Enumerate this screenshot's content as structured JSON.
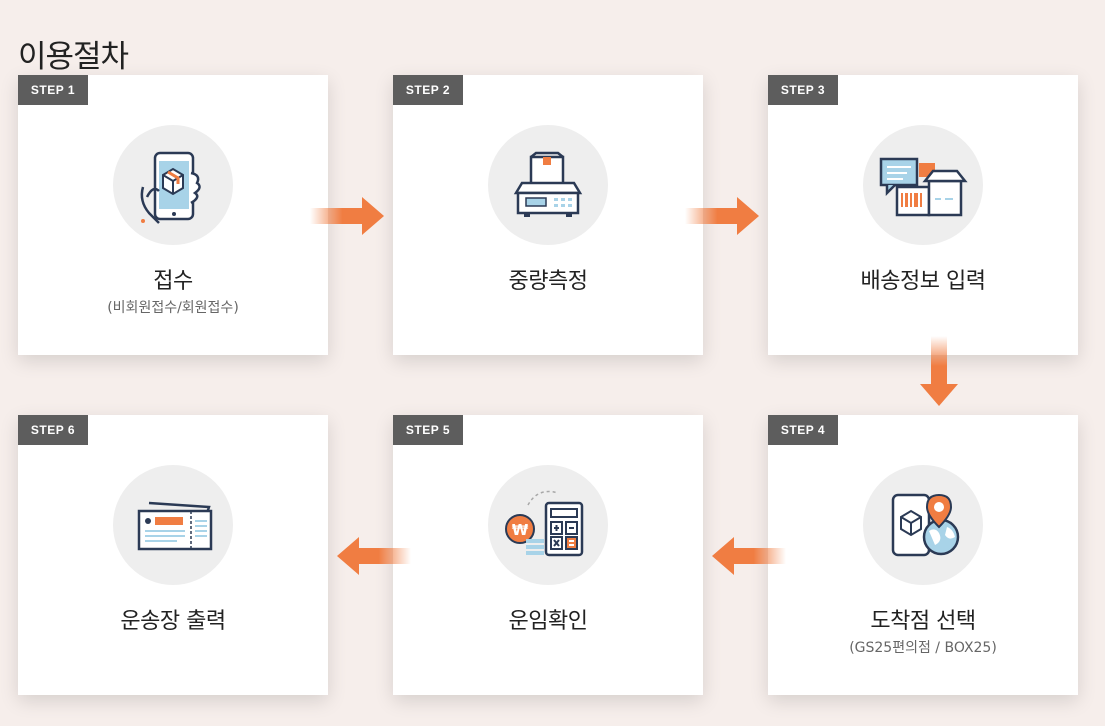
{
  "page": {
    "title": "이용절차"
  },
  "steps": [
    {
      "badge": "STEP 1",
      "title": "접수",
      "subtitle": "(비회원접수/회원접수)",
      "icon": "mobile-box-icon"
    },
    {
      "badge": "STEP 2",
      "title": "중량측정",
      "subtitle": "",
      "icon": "scale-icon"
    },
    {
      "badge": "STEP 3",
      "title": "배송정보 입력",
      "subtitle": "",
      "icon": "shipping-info-icon"
    },
    {
      "badge": "STEP 4",
      "title": "도착점 선택",
      "subtitle": "(GS25편의점 / BOX25)",
      "icon": "location-pin-icon"
    },
    {
      "badge": "STEP 5",
      "title": "운임확인",
      "subtitle": "",
      "icon": "calculator-coin-icon"
    },
    {
      "badge": "STEP 6",
      "title": "운송장 출력",
      "subtitle": "",
      "icon": "waybill-ticket-icon"
    }
  ],
  "colors": {
    "accent": "#f07d42",
    "badge": "#5d5d5d",
    "navy": "#2b3a55",
    "light_blue": "#a8d3e8"
  }
}
